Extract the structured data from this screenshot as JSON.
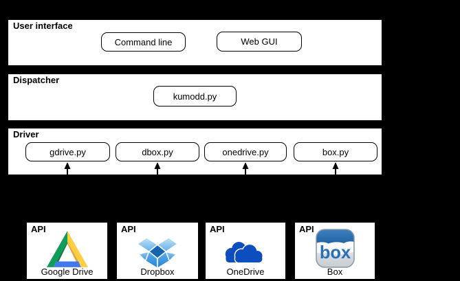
{
  "layers": [
    {
      "label": "User interface",
      "nodes": [
        {
          "label": "Command line"
        },
        {
          "label": "Web GUI"
        }
      ]
    },
    {
      "label": "Dispatcher",
      "nodes": [
        {
          "label": "kumodd.py"
        }
      ]
    },
    {
      "label": "Driver",
      "nodes": [
        {
          "label": "gdrive.py"
        },
        {
          "label": "dbox.py"
        },
        {
          "label": "onedrive.py"
        },
        {
          "label": "box.py"
        }
      ]
    }
  ],
  "apis": [
    {
      "label": "API",
      "service": "Google Drive"
    },
    {
      "label": "API",
      "service": "Dropbox"
    },
    {
      "label": "API",
      "service": "OneDrive"
    },
    {
      "label": "API",
      "service": "Box"
    }
  ],
  "box_logo_text": "box",
  "colors": {
    "background": "#000000",
    "band_bg": "#ffffff",
    "text": "#000000",
    "gdrive_green": "#119D57",
    "gdrive_green_dark": "#0C7D45",
    "gdrive_yellow": "#FFCE43",
    "gdrive_yellow_dark": "#DFA63C",
    "gdrive_blue": "#4178EE",
    "dropbox_light": "#9CCFF2",
    "dropbox_mid": "#4D9FE4",
    "dropbox_dark": "#1465AE",
    "onedrive_blue": "#0C4EBE",
    "box_blue": "#2A6EB5"
  }
}
